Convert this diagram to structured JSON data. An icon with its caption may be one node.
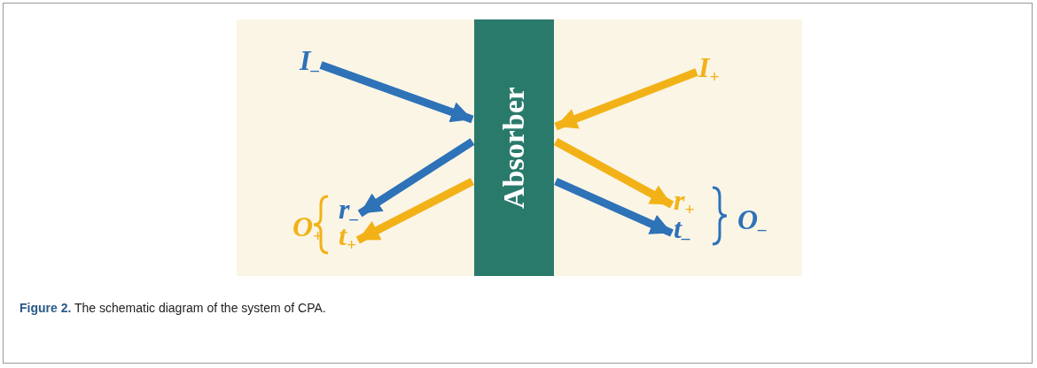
{
  "diagram": {
    "caption": "**Figure 2.** The schematic diagram of the system of CPA.",
    "nodes": [
      {
        "text": [
          "Absorber"
        ]
      },
      {
        "text": [
          "I$_{–}$"
        ]
      },
      {
        "text": [
          "I$_{+}$"
        ]
      },
      {
        "text": [
          "r$_{–}$"
        ]
      },
      {
        "text": [
          "t$_{+}$"
        ]
      },
      {
        "text": [
          "r$_{+}$"
        ]
      },
      {
        "text": [
          "t$_{–}$"
        ]
      }
    ],
    "edges": [
      {
        "from": 1,
        "to": 0,
        "arrow": "to",
        "color": "#2e72b8"
      },
      {
        "from": 0,
        "to": 3,
        "arrow": "to",
        "color": "#2e72b8"
      },
      {
        "from": 0,
        "to": 4,
        "arrow": "to",
        "color": "#f2b217"
      },
      {
        "from": 2,
        "to": 0,
        "arrow": "to",
        "color": "#f2b217"
      },
      {
        "from": 0,
        "to": 5,
        "arrow": "to",
        "color": "#f2b217"
      },
      {
        "from": 0,
        "to": 6,
        "arrow": "to",
        "color": "#2e72b8"
      }
    ],
    "labels": [
      "O$_{+}$",
      "O$_{–}$"
    ]
  }
}
